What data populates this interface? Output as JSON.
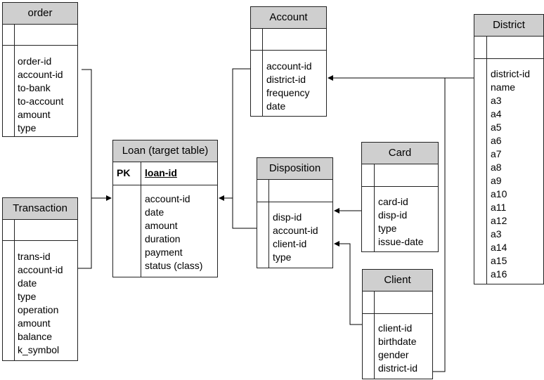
{
  "tables": {
    "order": {
      "title": "order",
      "fields": [
        "order-id",
        "account-id",
        "to-bank",
        "to-account",
        "amount",
        "type"
      ]
    },
    "transaction": {
      "title": "Transaction",
      "fields": [
        "trans-id",
        "account-id",
        "date",
        "type",
        "operation",
        "amount",
        "balance",
        "k_symbol"
      ]
    },
    "loan": {
      "title": "Loan (target table)",
      "pk_label": "PK",
      "pk_field": "loan-id",
      "fields": [
        "account-id",
        "date",
        "amount",
        "duration",
        "payment",
        "status (class)"
      ]
    },
    "account": {
      "title": "Account",
      "fields": [
        "account-id",
        "district-id",
        "frequency",
        "date"
      ]
    },
    "disposition": {
      "title": "Disposition",
      "fields": [
        "disp-id",
        "account-id",
        "client-id",
        "type"
      ]
    },
    "card": {
      "title": "Card",
      "fields": [
        "card-id",
        "disp-id",
        "type",
        "issue-date"
      ]
    },
    "client": {
      "title": "Client",
      "fields": [
        "client-id",
        "birthdate",
        "gender",
        "district-id"
      ]
    },
    "district": {
      "title": "District",
      "fields": [
        "district-id",
        "name",
        "a3",
        "a4",
        "a5",
        "a6",
        "a7",
        "a8",
        "a9",
        "a10",
        "a11",
        "a12",
        "a3",
        "a14",
        "a15",
        "a16"
      ]
    }
  }
}
